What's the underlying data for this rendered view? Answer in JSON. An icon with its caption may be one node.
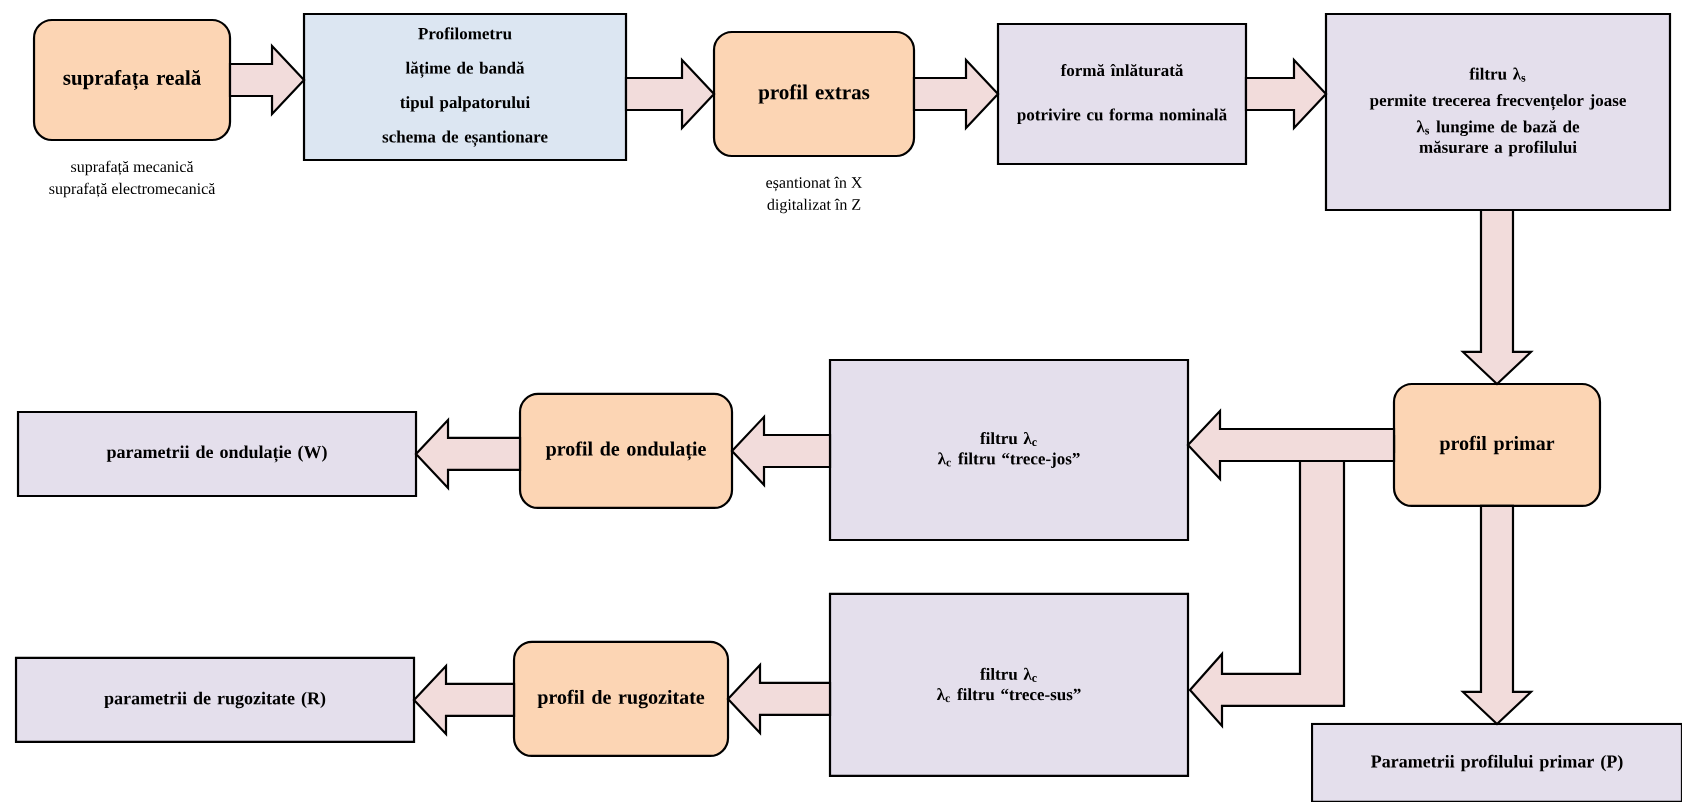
{
  "diagram": {
    "nodes": [
      {
        "text": [
          "suprafața reală"
        ],
        "beside": [
          "suprafață mecanică",
          "suprafață electromecanică"
        ]
      },
      {
        "text": [
          "Profilometru",
          "lățime de bandă",
          "tipul palpatorului",
          "schema de eșantionare"
        ]
      },
      {
        "text": [
          "profil extras"
        ],
        "beside": [
          "eșantionat în X",
          "digitalizat în Z"
        ]
      },
      {
        "text": [
          "formă înlăturată",
          "potrivire cu forma nominală"
        ]
      },
      {
        "text": [
          "filtru λ$_{s}$",
          "permite trecerea frecvențelor joase",
          "λ$_{s}$ lungime de bază de măsurare a profilului"
        ]
      },
      {
        "text": [
          "profil primar"
        ]
      },
      {
        "text": [
          "filtru λ$_{c}$",
          "λ$_{c}$ filtru “trece-jos”"
        ]
      },
      {
        "text": [
          "profil de ondulație"
        ]
      },
      {
        "text": [
          "parametrii de ondulație (W)"
        ]
      },
      {
        "text": [
          "filtru λ$_{c}$",
          "λ$_{c}$ filtru “trece-sus”"
        ]
      },
      {
        "text": [
          "profil de rugozitate"
        ]
      },
      {
        "text": [
          "parametrii de rugozitate (R)"
        ]
      },
      {
        "text": [
          "Parametrii profilului primar (P)"
        ]
      }
    ],
    "edges": [
      {
        "from": 0,
        "to": 1,
        "arrow": "to"
      },
      {
        "from": 1,
        "to": 2,
        "arrow": "to"
      },
      {
        "from": 2,
        "to": 3,
        "arrow": "to"
      },
      {
        "from": 3,
        "to": 4,
        "arrow": "to"
      },
      {
        "from": 4,
        "to": 5,
        "arrow": "to"
      },
      {
        "from": 5,
        "to": 6,
        "arrow": "to"
      },
      {
        "from": 6,
        "to": 7,
        "arrow": "to"
      },
      {
        "from": 7,
        "to": 8,
        "arrow": "to"
      },
      {
        "from": 5,
        "to": 9,
        "arrow": "to"
      },
      {
        "from": 9,
        "to": 10,
        "arrow": "to"
      },
      {
        "from": 10,
        "to": 11,
        "arrow": "to"
      },
      {
        "from": 5,
        "to": 12,
        "arrow": "to"
      }
    ]
  }
}
